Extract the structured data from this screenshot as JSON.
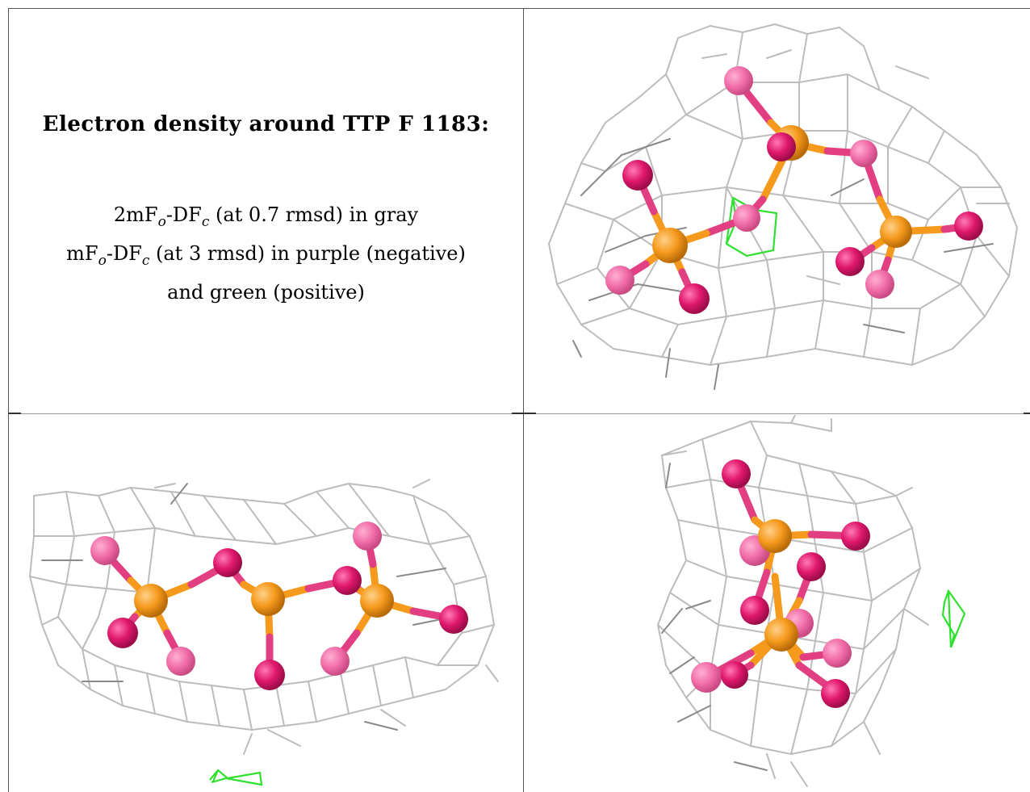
{
  "caption": {
    "title": "Electron density around TTP F 1183:",
    "line1": {
      "a": "2mF",
      "b": "o",
      "c": "-DF",
      "d": "c",
      "e": " (at 0.7 rmsd) in gray"
    },
    "line2": {
      "a": "mF",
      "b": "o",
      "c": "-DF",
      "d": "c",
      "e": " (at 3 rmsd) in purple (negative)"
    },
    "line3": "and green (positive)"
  },
  "colors": {
    "mesh_2fofc": "#bcbcbc",
    "mesh_positive": "#2fe02f",
    "phosphorus": "#f59a1c",
    "oxygen": "#e0186c",
    "oxygen_light": "#f06aa6"
  },
  "panels": [
    {
      "name": "view-top-right",
      "atoms": "triphosphate"
    },
    {
      "name": "view-bottom-left",
      "atoms": "triphosphate"
    },
    {
      "name": "view-bottom-right",
      "atoms": "triphosphate"
    }
  ]
}
